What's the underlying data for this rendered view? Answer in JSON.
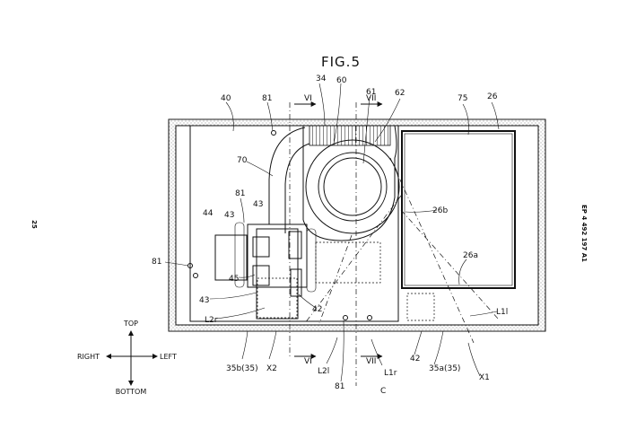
{
  "figure": {
    "title": "FIG.5",
    "patent_number": "EP 4 492 197 A1",
    "page_number": "25"
  },
  "labels": {
    "n40": "40",
    "n81_top": "81",
    "n34": "34",
    "n60": "60",
    "n61": "61",
    "n62": "62",
    "n75": "75",
    "n26": "26",
    "n70": "70",
    "n81_mid": "81",
    "n43_a": "43",
    "n43_b": "43",
    "n44": "44",
    "n26b": "26b",
    "n26a": "26a",
    "n81_left": "81",
    "n45": "45",
    "n43_c": "43",
    "n42_a": "42",
    "n42_b": "42",
    "L2r": "L2r",
    "L1l": "L1l",
    "n35b": "35b(35)",
    "X2": "X2",
    "L2l": "L2l",
    "L1r": "L1r",
    "n35a": "35a(35)",
    "X1": "X1",
    "n81_bottom": "81",
    "C": "C"
  },
  "sections": {
    "VI_top": "VI",
    "VII_top": "VII",
    "VI_bottom": "VI",
    "VII_bottom": "VII"
  },
  "compass": {
    "top": "TOP",
    "bottom": "BOTTOM",
    "right": "RIGHT",
    "left": "LEFT"
  }
}
